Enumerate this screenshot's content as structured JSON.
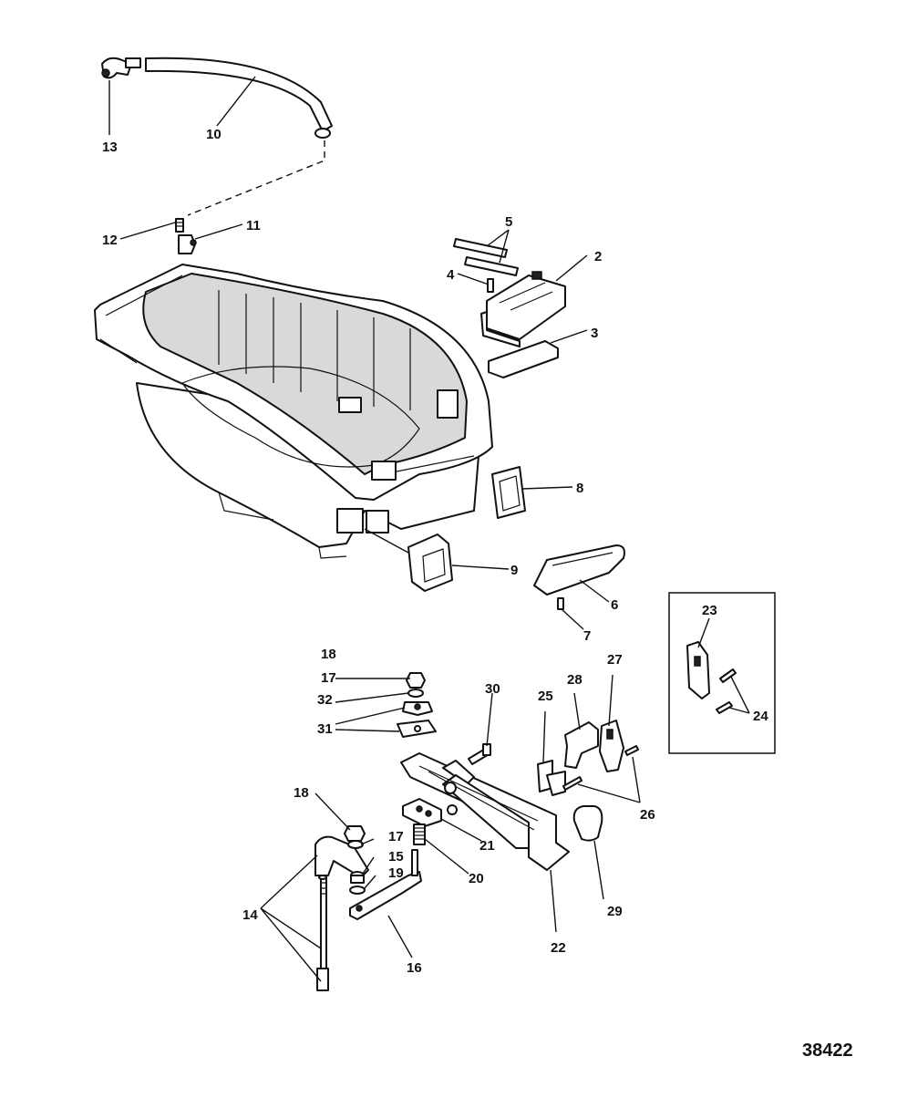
{
  "diagram": {
    "figure_number": "38422",
    "callouts": [
      "2",
      "3",
      "4",
      "5",
      "6",
      "7",
      "8",
      "9",
      "10",
      "11",
      "12",
      "13",
      "14",
      "15",
      "16",
      "17",
      "17",
      "18",
      "18",
      "19",
      "20",
      "21",
      "22",
      "23",
      "24",
      "25",
      "26",
      "27",
      "28",
      "29",
      "30",
      "31",
      "32"
    ]
  },
  "colors": {
    "line": "#111111",
    "background": "#ffffff",
    "shade": "#d9d9d9"
  }
}
